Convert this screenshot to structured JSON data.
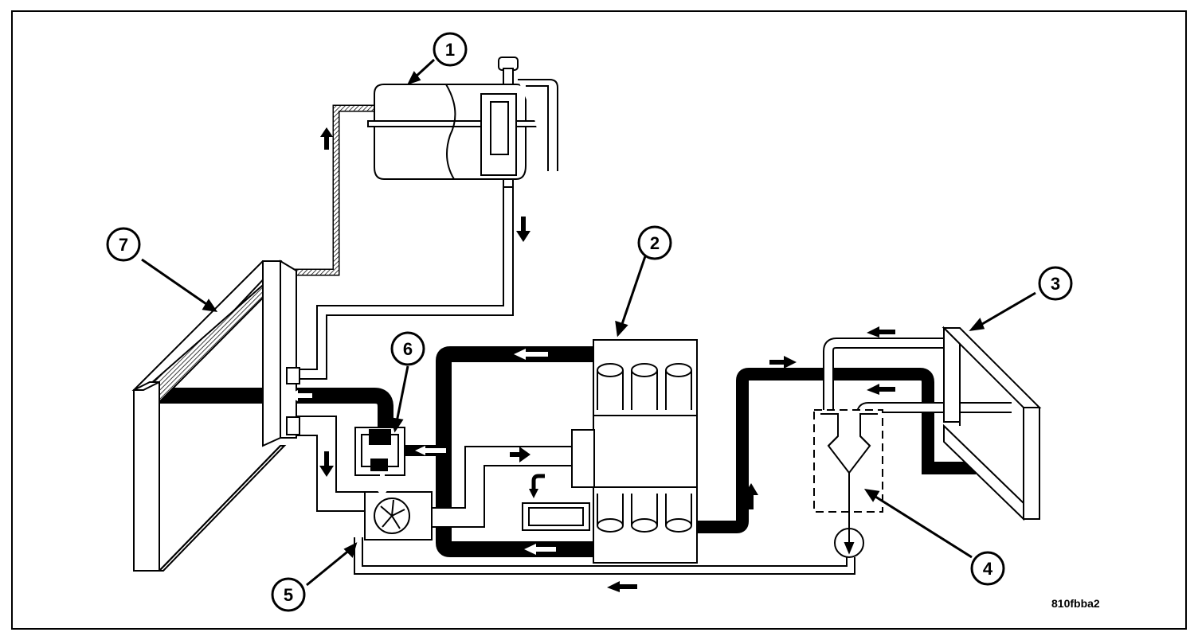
{
  "figure": {
    "code": "810fbba2"
  },
  "callouts": [
    {
      "id": "c1",
      "label": "1"
    },
    {
      "id": "c2",
      "label": "2"
    },
    {
      "id": "c3",
      "label": "3"
    },
    {
      "id": "c4",
      "label": "4"
    },
    {
      "id": "c5",
      "label": "5"
    },
    {
      "id": "c6",
      "label": "6"
    },
    {
      "id": "c7",
      "label": "7"
    }
  ],
  "colors": {
    "line": "#000000",
    "background": "#ffffff",
    "hose_light": "#ffffff",
    "hose_dark": "#000000"
  }
}
